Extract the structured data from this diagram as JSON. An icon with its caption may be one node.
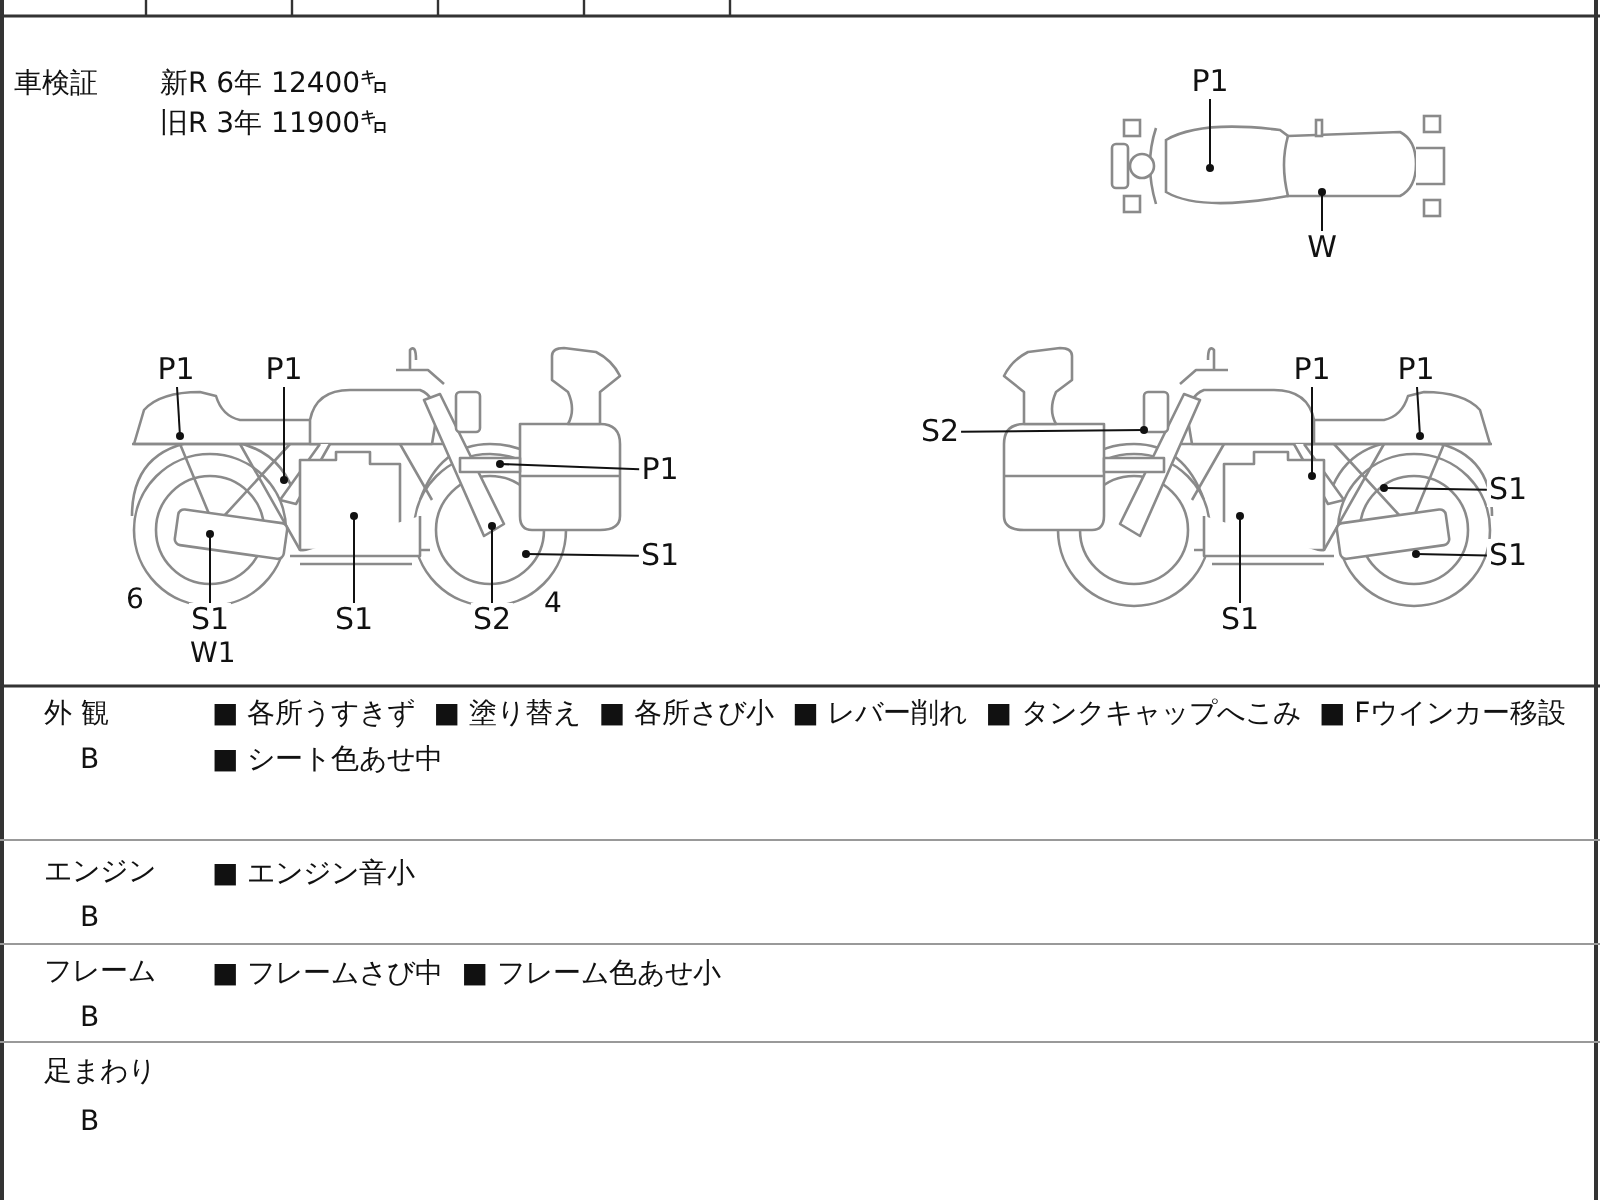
{
  "diagram": {
    "nodes": [
      {
        "text": [
          "P1"
        ]
      },
      {
        "text": [
          "W"
        ]
      },
      {
        "text": [
          "P1"
        ]
      },
      {
        "text": [
          "P1"
        ]
      },
      {
        "text": [
          "P1"
        ]
      },
      {
        "text": [
          "P1"
        ]
      },
      {
        "text": [
          "S2"
        ]
      },
      {
        "text": [
          "P1"
        ]
      },
      {
        "text": [
          "S1"
        ]
      },
      {
        "text": [
          "S1"
        ]
      },
      {
        "text": [
          "S1"
        ]
      },
      {
        "text": [
          "S1"
        ],
        "beside": [
          "W1"
        ]
      },
      {
        "text": [
          "S1"
        ]
      },
      {
        "text": [
          "S2"
        ]
      },
      {
        "text": [
          "S1"
        ]
      }
    ],
    "edges": [
      {
        "from": 0,
        "to": null,
        "arrow": "other"
      },
      {
        "from": 1,
        "to": null,
        "arrow": "other"
      },
      {
        "from": 2,
        "to": null,
        "arrow": "other"
      },
      {
        "from": 3,
        "to": null,
        "arrow": "other"
      },
      {
        "from": 4,
        "to": null,
        "arrow": "other"
      },
      {
        "from": 5,
        "to": null,
        "arrow": "other"
      },
      {
        "from": 6,
        "to": null,
        "arrow": "other"
      },
      {
        "from": 7,
        "to": null,
        "arrow": "other"
      },
      {
        "from": 8,
        "to": null,
        "arrow": "other"
      },
      {
        "from": 9,
        "to": null,
        "arrow": "other"
      },
      {
        "from": 10,
        "to": null,
        "arrow": "other"
      },
      {
        "from": 11,
        "to": null,
        "arrow": "other"
      },
      {
        "from": 12,
        "to": null,
        "arrow": "other"
      },
      {
        "from": 13,
        "to": null,
        "arrow": "other"
      },
      {
        "from": 14,
        "to": null,
        "arrow": "other"
      }
    ],
    "labels": [
      "車検証",
      "新R 6年 12400㌔",
      "旧R 3年 11900㌔",
      "6",
      "4",
      "外 観",
      "B",
      "■ 各所うすきず",
      "■ 塗り替え",
      "■ 各所さび小",
      "■ レバー削れ",
      "■ タンクキャップへこみ",
      "■ Fウインカー移設",
      "■ シート色あせ中",
      "エンジン",
      "B",
      "■ エンジン音小",
      "フレーム",
      "B",
      "■ フレームさび中",
      "■ フレーム色あせ小",
      "足まわり",
      "B"
    ]
  }
}
